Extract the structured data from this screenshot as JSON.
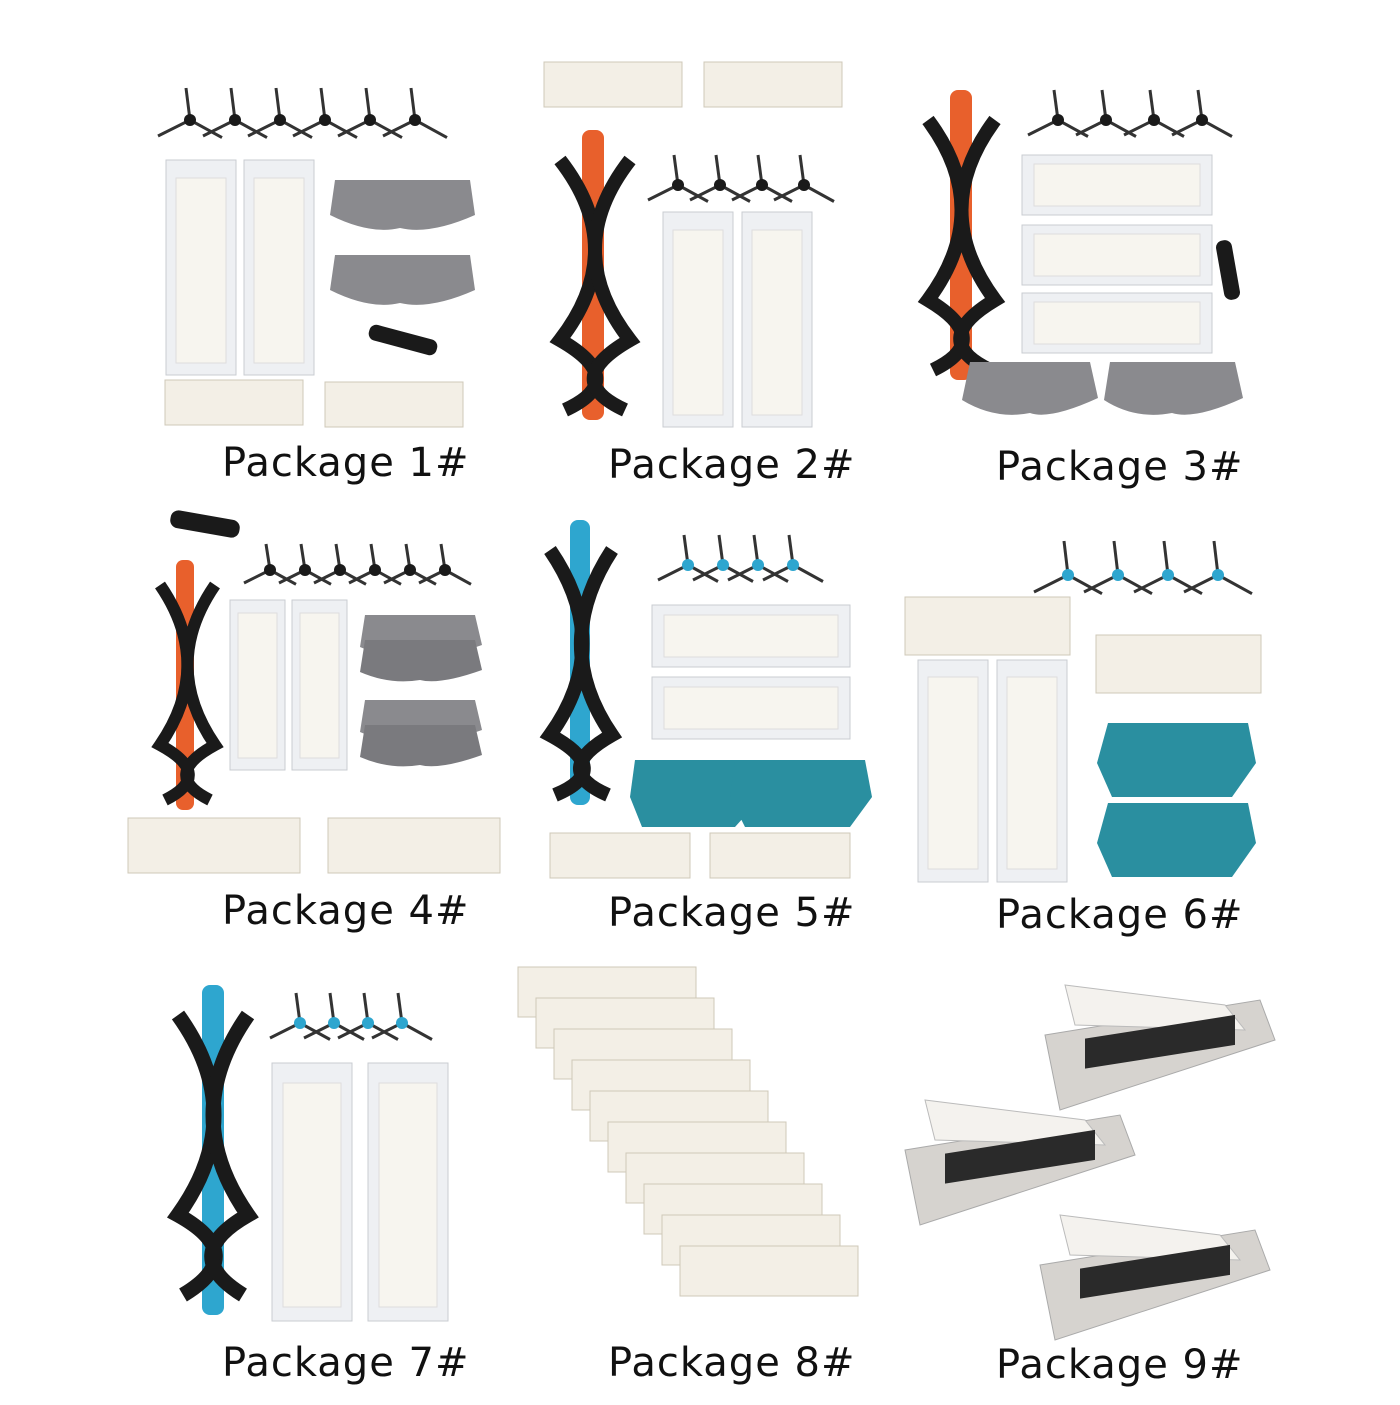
{
  "packages": [
    {
      "label": "Package 1#",
      "items": [
        "side-brush x6",
        "hepa-filter-frame x2",
        "mop-pad x2",
        "cleaning-tool x1",
        "flat-filter x2"
      ]
    },
    {
      "label": "Package 2#",
      "items": [
        "flat-filter x2",
        "roller-brush-orange x1",
        "side-brush x4",
        "hepa-filter-frame x2"
      ]
    },
    {
      "label": "Package 3#",
      "items": [
        "roller-brush-orange x1",
        "side-brush x4",
        "hepa-filter-horizontal x3",
        "cleaning-tool x1",
        "mop-pad x2"
      ]
    },
    {
      "label": "Package 4#",
      "items": [
        "cleaning-tool x1",
        "side-brush x6",
        "roller-brush-orange x1",
        "hepa-filter-frame x2",
        "mop-pad x4",
        "flat-filter x2"
      ]
    },
    {
      "label": "Package 5#",
      "items": [
        "roller-brush-blue x1",
        "side-brush-blue x4",
        "hepa-filter-horizontal x2",
        "mop-pad-teal x2",
        "flat-filter x2"
      ]
    },
    {
      "label": "Package 6#",
      "items": [
        "side-brush-blue x4",
        "flat-filter x2",
        "hepa-filter-frame x2",
        "mop-pad-teal x2"
      ]
    },
    {
      "label": "Package 7#",
      "items": [
        "roller-brush-blue x1",
        "side-brush-blue x4",
        "hepa-filter-frame x2"
      ]
    },
    {
      "label": "Package 8#",
      "items": [
        "flat-filter x10"
      ]
    },
    {
      "label": "Package 9#",
      "items": [
        "hepa-filter-3d x3"
      ]
    }
  ],
  "colors": {
    "background": "#ffffff",
    "orange": "#e8602c",
    "blue": "#2ea6cf",
    "teal": "#2a8fa0",
    "gray_mop": "#8a8a8e",
    "filter": "#f3efe6",
    "frame": "#eef0f3",
    "black": "#1a1a1a"
  }
}
